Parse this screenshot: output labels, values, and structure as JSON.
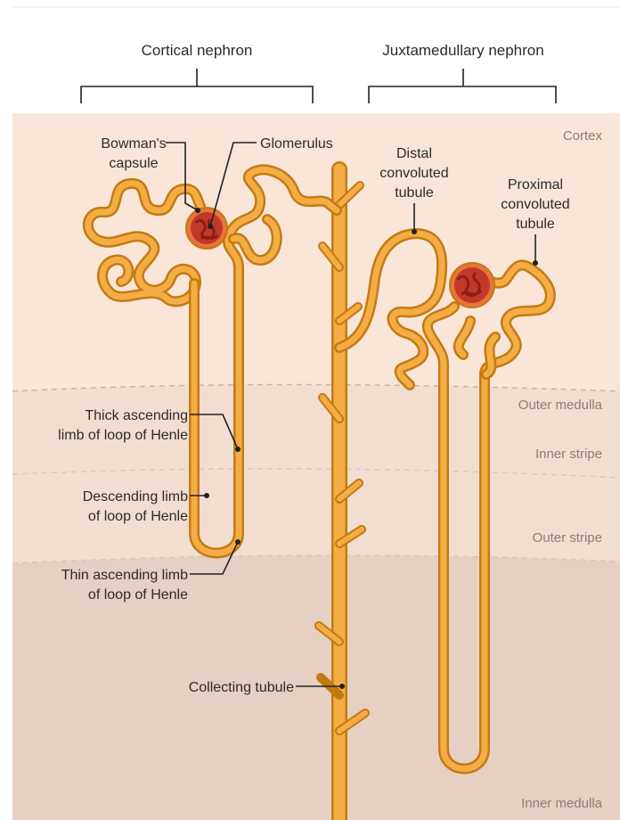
{
  "headers": {
    "cortical": "Cortical nephron",
    "juxtamedullary": "Juxtamedullary nephron"
  },
  "zones": {
    "cortex": "Cortex",
    "outer_medulla": "Outer medulla",
    "inner_stripe": "Inner stripe",
    "outer_stripe": "Outer stripe",
    "inner_medulla": "Inner medulla"
  },
  "labels": {
    "bowmans_1": "Bowman's",
    "bowmans_2": "capsule",
    "glomerulus": "Glomerulus",
    "distal_1": "Distal",
    "distal_2": "convoluted",
    "distal_3": "tubule",
    "proximal_1": "Proximal",
    "proximal_2": "convoluted",
    "proximal_3": "tubule",
    "thick_1": "Thick ascending",
    "thick_2": "limb of loop of Henle",
    "desc_1": "Descending limb",
    "desc_2": "of loop of Henle",
    "thin_1": "Thin ascending limb",
    "thin_2": "of loop of Henle",
    "collecting": "Collecting tubule"
  },
  "colors": {
    "cortex": "#f9e6d9",
    "outer_medulla": "#f1ddd0",
    "inner_medulla": "#e5cfc2",
    "tubule_fill": "#f4ad45",
    "tubule_edge": "#c47a12",
    "glomerulus": "#c0392b"
  }
}
